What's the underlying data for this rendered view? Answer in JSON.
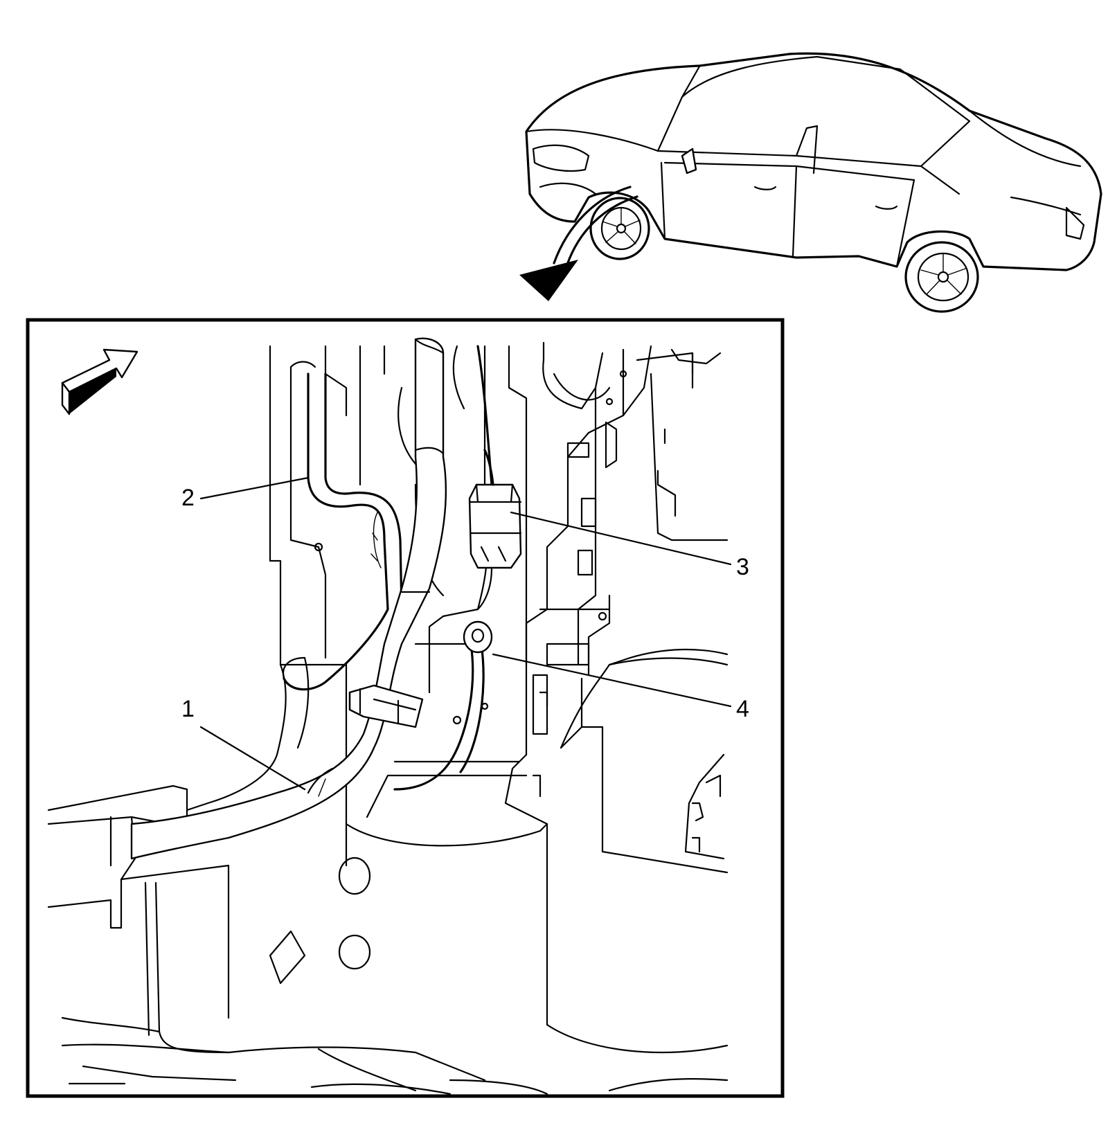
{
  "callouts": [
    {
      "id": "1",
      "label": "1"
    },
    {
      "id": "2",
      "label": "2"
    },
    {
      "id": "3",
      "label": "3"
    },
    {
      "id": "4",
      "label": "4"
    }
  ],
  "colors": {
    "line": "#000000",
    "background": "#ffffff"
  },
  "icons": {
    "view_direction": "arrow-icon",
    "location_indicator": "curved-arrow-icon",
    "vehicle": "sedan-icon"
  }
}
